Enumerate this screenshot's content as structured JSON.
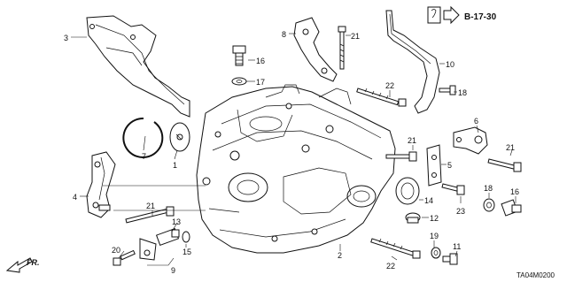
{
  "diagram": {
    "reference_code": "B-17-30",
    "direction_label": "FR.",
    "figure_code": "TA04M0200",
    "callouts": [
      {
        "id": "c1",
        "text": "1"
      },
      {
        "id": "c2",
        "text": "2"
      },
      {
        "id": "c3",
        "text": "3"
      },
      {
        "id": "c4",
        "text": "4"
      },
      {
        "id": "c5",
        "text": "5"
      },
      {
        "id": "c6",
        "text": "6"
      },
      {
        "id": "c7",
        "text": "7"
      },
      {
        "id": "c8",
        "text": "8"
      },
      {
        "id": "c9",
        "text": "9"
      },
      {
        "id": "c10",
        "text": "10"
      },
      {
        "id": "c11",
        "text": "11"
      },
      {
        "id": "c12",
        "text": "12"
      },
      {
        "id": "c13",
        "text": "13"
      },
      {
        "id": "c14",
        "text": "14"
      },
      {
        "id": "c15",
        "text": "15"
      },
      {
        "id": "c16a",
        "text": "16"
      },
      {
        "id": "c16b",
        "text": "16"
      },
      {
        "id": "c17",
        "text": "17"
      },
      {
        "id": "c18a",
        "text": "18"
      },
      {
        "id": "c18b",
        "text": "18"
      },
      {
        "id": "c19",
        "text": "19"
      },
      {
        "id": "c20",
        "text": "20"
      },
      {
        "id": "c21a",
        "text": "21"
      },
      {
        "id": "c21b",
        "text": "21"
      },
      {
        "id": "c21c",
        "text": "21"
      },
      {
        "id": "c21d",
        "text": "21"
      },
      {
        "id": "c22a",
        "text": "22"
      },
      {
        "id": "c22b",
        "text": "22"
      },
      {
        "id": "c23",
        "text": "23"
      }
    ]
  }
}
